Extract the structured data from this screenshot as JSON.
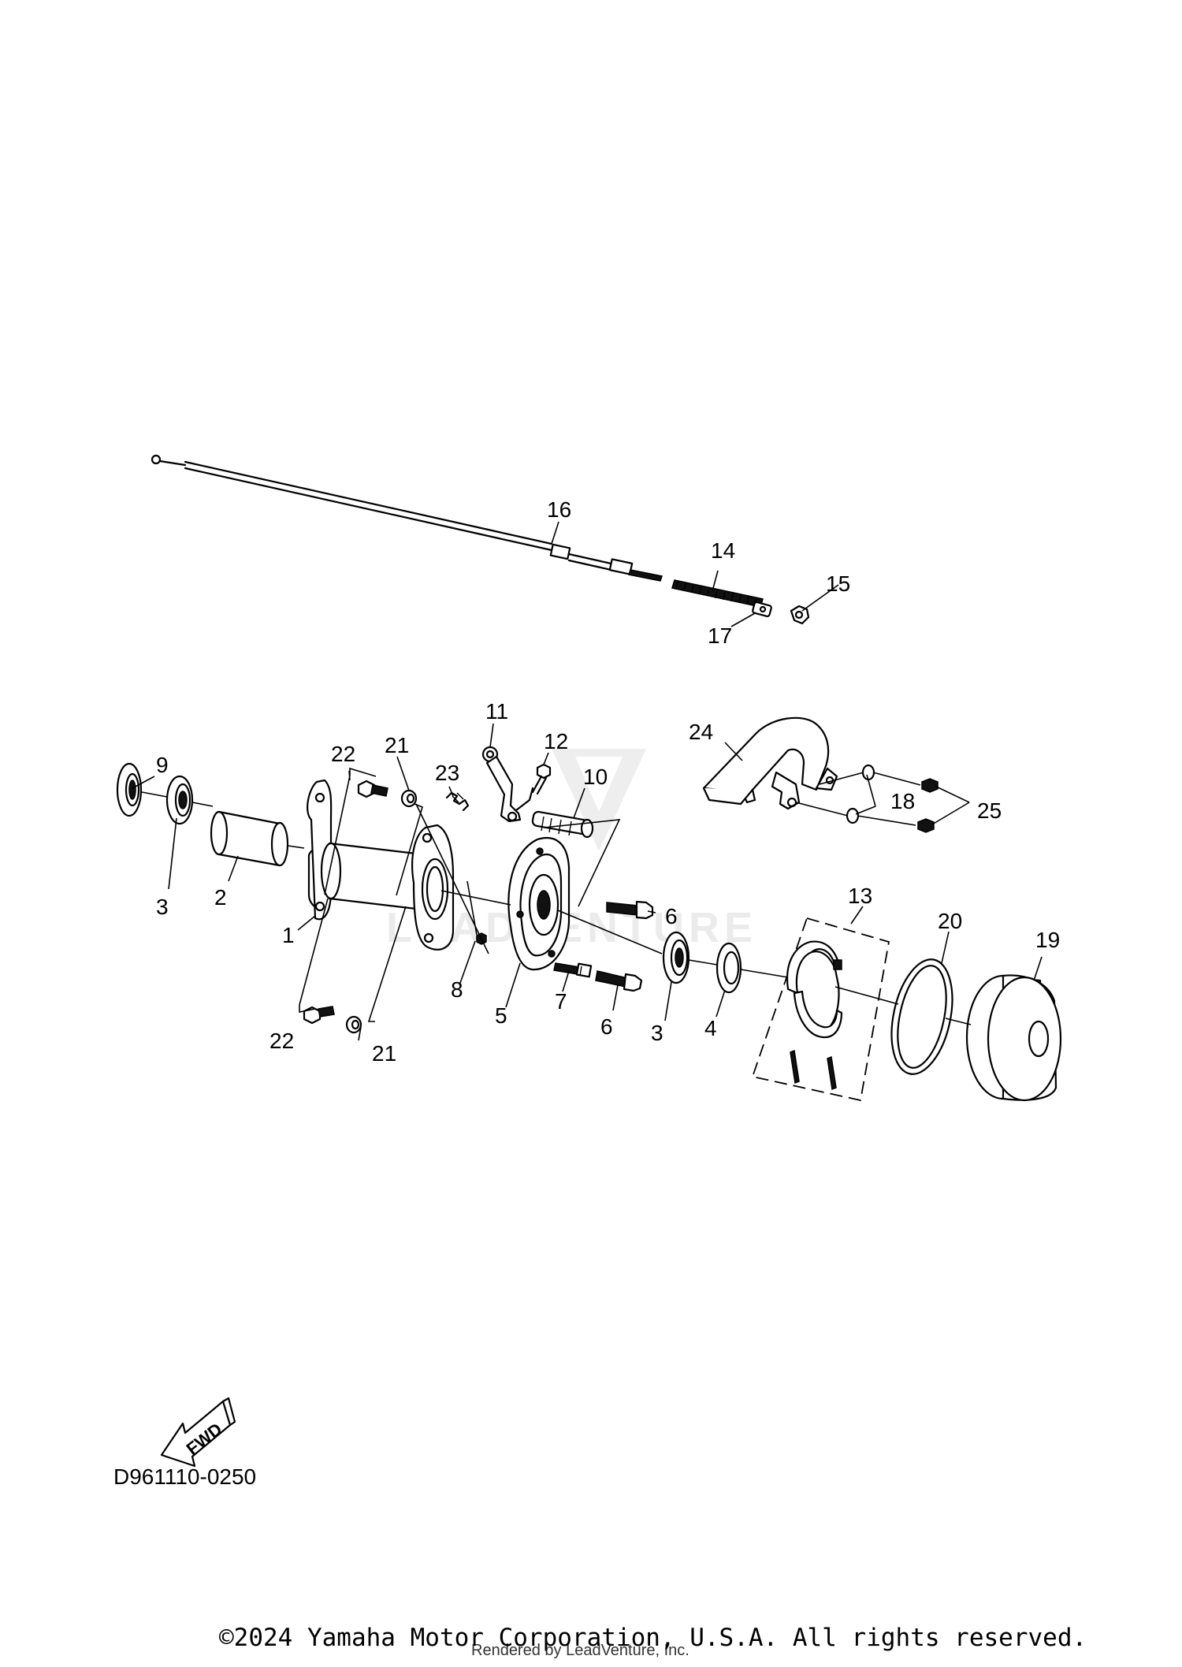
{
  "diagram": {
    "code": "D961110-0250",
    "fwd_label": "FWD",
    "watermark": "LEADVENTURE",
    "callouts": {
      "c1": "1",
      "c2": "2",
      "c3a": "3",
      "c3b": "3",
      "c4": "4",
      "c5": "5",
      "c6a": "6",
      "c6b": "6",
      "c7": "7",
      "c8": "8",
      "c9": "9",
      "c10": "10",
      "c11": "11",
      "c12": "12",
      "c13": "13",
      "c14": "14",
      "c15": "15",
      "c16": "16",
      "c17": "17",
      "c18": "18",
      "c19": "19",
      "c20": "20",
      "c21a": "21",
      "c21b": "21",
      "c22a": "22",
      "c22b": "22",
      "c23": "23",
      "c24": "24",
      "c25": "25"
    }
  },
  "footer": {
    "copyright": "©2024 Yamaha Motor Corporation, U.S.A. All rights reserved.",
    "rendered_by": "Rendered by LeadVenture, Inc."
  }
}
